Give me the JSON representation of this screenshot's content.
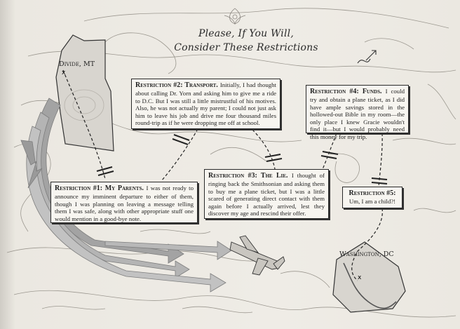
{
  "title": {
    "line1": "Please, If You Will,",
    "line2": "Consider These Restrictions"
  },
  "places": {
    "origin": "Divide, MT",
    "destination": "Washington, DC"
  },
  "restrictions": [
    {
      "heading": "Restriction #1: My Parents.",
      "text": "I was not ready to announce my imminent departure to either of them, though I was planning on leaving a message telling them I was safe, along with other appropriate stuff one would mention in a good-bye note."
    },
    {
      "heading": "Restriction #2: Transport.",
      "text": "Initially, I had thought about calling Dr. Yorn and asking him to give me a ride to D.C. But I was still a little mistrustful of his motives. Also, he was not actually my parent; I could not just ask him to leave his job and drive me four thousand miles round-trip as if he were dropping me off at school."
    },
    {
      "heading": "Restriction #3: The Lie.",
      "text": "I thought of ringing back the Smithsonian and asking them to buy me a plane ticket, but I was a little scared of generating direct contact with them again before I actually arrived, lest they discover my age and rescind their offer."
    },
    {
      "heading": "Restriction #4: Funds.",
      "text": "I could try and obtain a plane ticket, as I did have ample savings stored in the hollowed-out Bible in my room—the only place I knew Gracie wouldn't find it—but I would probably need this money for my trip."
    },
    {
      "heading": "Restriction #5:",
      "text": "Um, I am a child?!"
    }
  ],
  "colors": {
    "paper": "#efece6",
    "ink": "#1e1e1e",
    "arrow": "#9a9a9a"
  }
}
